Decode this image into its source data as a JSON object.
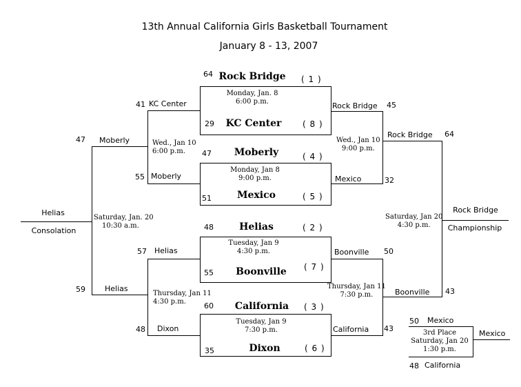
{
  "title": "13th Annual California Girls Basketball Tournament",
  "dates": "January 8 - 13, 2007",
  "first_round": [
    {
      "top_team": "Rock Bridge",
      "top_score": "64",
      "top_seed": "( 1 )",
      "day": "Monday, Jan. 8",
      "time": "6:00 p.m.",
      "bottom_team": "KC Center",
      "bottom_score": "29",
      "bottom_seed": "( 8 )"
    },
    {
      "top_team": "Moberly",
      "top_score": "47",
      "top_seed": "( 4 )",
      "day": "Monday, Jan 8",
      "time": "9:00 p.m.",
      "bottom_team": "Mexico",
      "bottom_score": "51",
      "bottom_seed": "( 5 )"
    },
    {
      "top_team": "Helias",
      "top_score": "48",
      "top_seed": "( 2 )",
      "day": "Tuesday, Jan 9",
      "time": "4:30 p.m.",
      "bottom_team": "Boonville",
      "bottom_score": "55",
      "bottom_seed": "( 7 )"
    },
    {
      "top_team": "California",
      "top_score": "60",
      "top_seed": "( 3 )",
      "day": "Tuesday, Jan 9",
      "time": "7:30 p.m.",
      "bottom_team": "Dixon",
      "bottom_score": "35",
      "bottom_seed": "( 6 )"
    }
  ],
  "consolation_semis": [
    {
      "top_team": "KC Center",
      "top_score": "41",
      "day": "Wed., Jan 10",
      "time": "6:00 p.m.",
      "bottom_team": "Moberly",
      "bottom_score": "55"
    },
    {
      "top_team": "Helias",
      "top_score": "57",
      "day": "Thursday, Jan 11",
      "time": "4:30 p.m.",
      "bottom_team": "Dixon",
      "bottom_score": "48"
    }
  ],
  "winner_semis": [
    {
      "top_team": "Rock Bridge",
      "top_score": "45",
      "day": "Wed., Jan 10",
      "time": "9:00 p.m.",
      "bottom_team": "Mexico",
      "bottom_score": "32"
    },
    {
      "top_team": "Boonville",
      "top_score": "50",
      "day": "Thursday, Jan 11",
      "time": "7:30 p.m.",
      "bottom_team": "California",
      "bottom_score": "43"
    }
  ],
  "consolation_final": {
    "top_team": "Moberly",
    "top_score": "47",
    "bottom_team": "Helias",
    "bottom_score": "59",
    "day": "Saturday, Jan. 20",
    "time": "10:30 a.m.",
    "winner": "Helias",
    "label": "Consolation"
  },
  "championship": {
    "top_team": "Rock Bridge",
    "top_score": "64",
    "bottom_team": "Boonville",
    "bottom_score": "43",
    "day": "Saturday, Jan 20",
    "time": "4:30 p.m.",
    "winner": "Rock Bridge",
    "label": "Championship"
  },
  "third_place": {
    "top_team": "Mexico",
    "top_score": "50",
    "label": "3rd Place",
    "day": "Saturday, Jan 20",
    "time": "1:30 p.m.",
    "bottom_team": "California",
    "bottom_score": "48",
    "winner": "Mexico"
  }
}
